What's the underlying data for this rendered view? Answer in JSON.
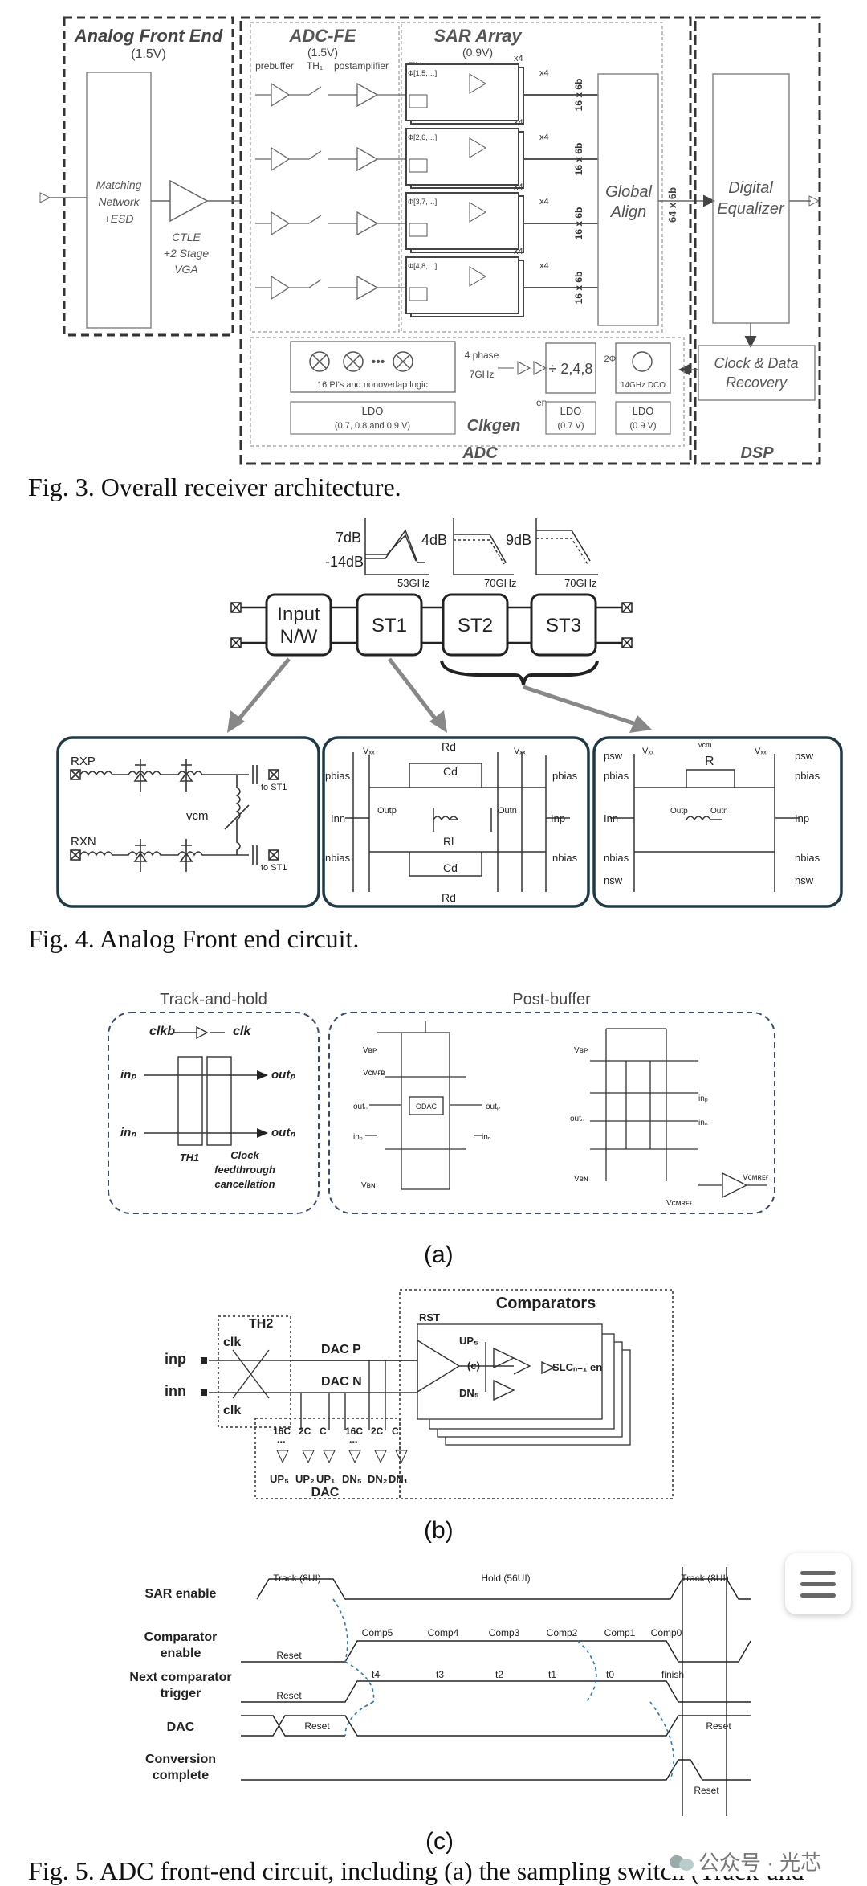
{
  "fig3": {
    "caption": "Fig. 3. Overall receiver architecture.",
    "afe_title": "Analog Front End",
    "afe_voltage": "(1.5V)",
    "matching": [
      "Matching",
      "Network",
      "+ESD"
    ],
    "ctle": [
      "CTLE",
      "+2 Stage",
      "VGA"
    ],
    "adcfe_title": "ADC-FE",
    "adcfe_voltage": "(1.5V)",
    "sar_title": "SAR Array",
    "sar_voltage": "(0.9V)",
    "prebuffer": "prebuffer",
    "th1": "TH₁",
    "postamp": "postamplifier",
    "th2": "TH₂",
    "x4": "x4",
    "bus16": "16 x 6b",
    "bus64": "64 x 6b",
    "global_align": [
      "Global",
      "Align"
    ],
    "digital_eq": [
      "Digital",
      "Equalizer"
    ],
    "cdr": [
      "Clock & Data",
      "Recovery"
    ],
    "pi_label": "16 PI's and nonoverlap logic",
    "four_phase": "4 phase",
    "f7ghz": "7GHz",
    "en": "en",
    "div": "÷ 2,4,8",
    "two_phi": "2Φ",
    "dco": "14GHz DCO",
    "ldo": "LDO",
    "ldo1_v": "(0.7, 0.8 and 0.9 V)",
    "ldo2_v": "(0.7 V)",
    "ldo3_v": "(0.9 V)",
    "clkgen": "Clkgen",
    "adc": "ADC",
    "dsp": "DSP",
    "phi_rows": [
      "Φ[1,5,…]",
      "Φ[2,6,…]",
      "Φ[3,7,…]",
      "Φ[4,8,…]"
    ]
  },
  "fig4": {
    "caption": "Fig. 4. Analog Front end circuit.",
    "resp1_top": "7dB",
    "resp1_bot": "-14dB",
    "resp1_freq": "53GHz",
    "resp2_top": "4dB",
    "resp2_freq": "70GHz",
    "resp3_top": "9dB",
    "resp3_freq": "70GHz",
    "blocks": [
      "Input",
      "N/W",
      "ST1",
      "ST2",
      "ST3"
    ],
    "rxp": "RXP",
    "rxn": "RXN",
    "vcm": "vcm",
    "to_st1": "to ST1",
    "vdd": "Vₓₓ",
    "rd": "Rd",
    "cd": "Cd",
    "rl": "Rl",
    "pbias": "pbias",
    "nbias": "nbias",
    "inn": "Inn",
    "inp": "Inp",
    "outp": "Outp",
    "outn": "Outn",
    "psw": "psw",
    "nsw": "nsw",
    "r": "R",
    "vcm_small": "vcm"
  },
  "fig5a": {
    "label": "(a)",
    "th_title": "Track-and-hold",
    "pb_title": "Post-buffer",
    "clkb": "clkb",
    "clk": "clk",
    "inp": "inₚ",
    "inn": "inₙ",
    "outp": "outₚ",
    "outn": "outₙ",
    "th1": "TH1",
    "cft": [
      "Clock",
      "feedthrough",
      "cancellation"
    ],
    "odac": "ODAC",
    "vbp": "Vʙᴘ",
    "vcmfb": "Vᴄᴍғʙ",
    "vbn": "Vʙɴ",
    "vcm_ref": "Vᴄᴍʀᴇғ",
    "vcmref2": "Vᴄᴍʀᴇғ"
  },
  "fig5b": {
    "label": "(b)",
    "comparators": "Comparators",
    "th2": "TH2",
    "clk": "clk",
    "inp": "inp",
    "inn": "inn",
    "dacp": "DAC P",
    "dacn": "DAC N",
    "rst": "RST",
    "c": "(c)",
    "up5": "UP₅",
    "dn5": "DN₅",
    "slc": "SLCₙ₋₁ en",
    "caps": [
      "16C",
      "2C",
      "C",
      "16C",
      "2C",
      "C"
    ],
    "dots": "•••",
    "ctrl": [
      "UP₅",
      "UP₂",
      "UP₁",
      "DN₅",
      "DN₂",
      "DN₁"
    ],
    "dac": "DAC"
  },
  "fig5c": {
    "label": "(c)",
    "rows": [
      "SAR enable",
      "Comparator\nenable",
      "Next comparator\ntrigger",
      "DAC",
      "Conversion\ncomplete"
    ],
    "track1": "Track (8UI)",
    "hold": "Hold (56UI)",
    "track2": "Track (8UI)",
    "comps": [
      "Comp5",
      "Comp4",
      "Comp3",
      "Comp2",
      "Comp1",
      "Comp0"
    ],
    "reset": "Reset",
    "triggers": [
      "t4",
      "t3",
      "t2",
      "t1",
      "t0",
      "finish"
    ]
  },
  "caption_partial": "Fig. 5. ADC front-end circuit, including (a) the sampling switch (Track-and",
  "watermark": "公众号 · 光芯"
}
